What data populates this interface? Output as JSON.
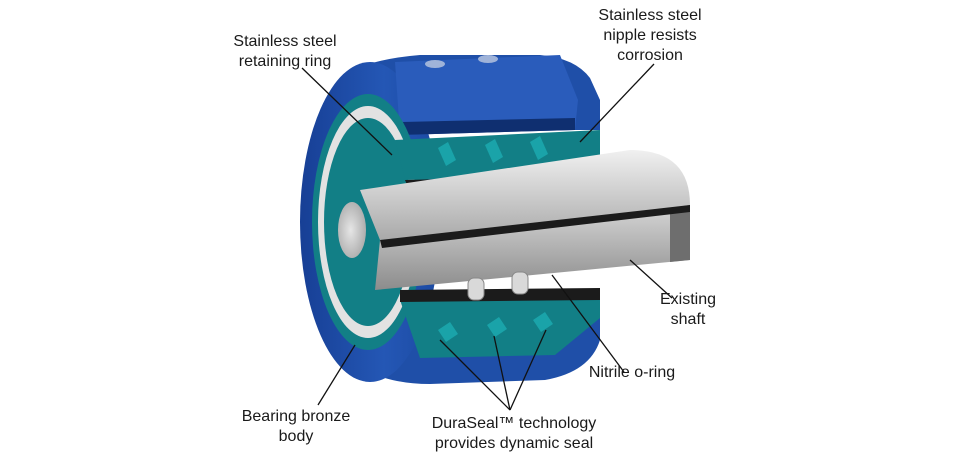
{
  "labels": {
    "retaining_ring": "Stainless steel\nretaining ring",
    "nipple": "Stainless steel\nnipple resists\ncorrosion",
    "shaft": "Existing\nshaft",
    "oring": "Nitrile o-ring",
    "body": "Bearing bronze\nbody",
    "duraseal": "DuraSeal™  technology\nprovides dynamic seal"
  },
  "colors": {
    "body_blue": "#1f4fa8",
    "body_blue_dark": "#123a86",
    "body_blue_light": "#3a6fd0",
    "seal_teal": "#127f86",
    "seal_teal_dark": "#0c5b62",
    "seal_teal_light": "#1aa3a9",
    "shaft_grey": "#bdbdbd",
    "shaft_grey_dark": "#6e6e6e",
    "shaft_grey_light": "#e3e3e3",
    "section_black": "#1b1b1b",
    "leader": "#111111"
  }
}
